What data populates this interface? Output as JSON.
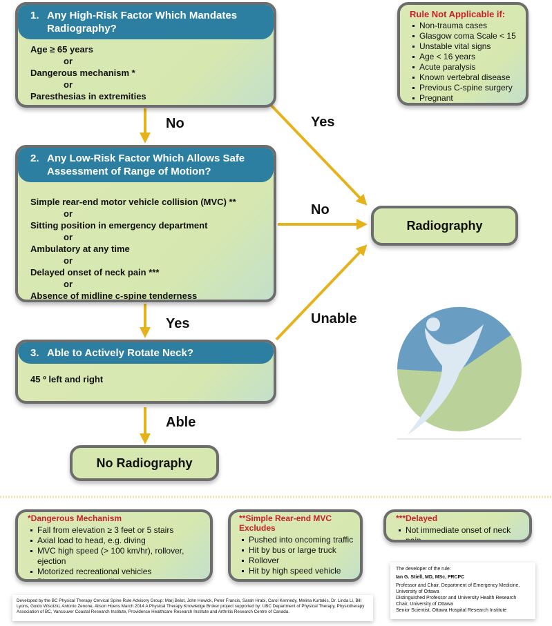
{
  "colors": {
    "header": "#2c7fa0",
    "arrow": "#e6b21c",
    "box_fill": "#d6e8b0",
    "border": "#6d6d6d",
    "red": "#c8202a"
  },
  "q1": {
    "num": "1.",
    "title": "Any High-Risk Factor Which Mandates Radiography?",
    "items": [
      "Age ≥ 65 years",
      "or",
      "Dangerous mechanism *",
      "or",
      "Paresthesias in extremities"
    ]
  },
  "q2": {
    "num": "2.",
    "title": "Any Low-Risk Factor Which Allows Safe Assessment of Range of Motion?",
    "items": [
      "Simple rear-end motor vehicle collision (MVC) **",
      "or",
      "Sitting position in emergency department",
      "or",
      "Ambulatory at any time",
      "or",
      "Delayed onset of neck pain ***",
      "or",
      "Absence of midline c-spine tenderness"
    ]
  },
  "q3": {
    "num": "3.",
    "title": "Able to Actively Rotate Neck?",
    "items": [
      "45 º left and right"
    ]
  },
  "labels": {
    "no1": "No",
    "yes1": "Yes",
    "no2": "No",
    "yes2": "Yes",
    "unable": "Unable",
    "able": "Able"
  },
  "outcomes": {
    "radiography": "Radiography",
    "no_radiography": "No Radiography"
  },
  "not_applicable": {
    "title": "Rule Not Applicable if:",
    "items": [
      "Non-trauma cases",
      "Glasgow coma Scale < 15",
      "Unstable vital signs",
      "Age < 16 years",
      "Acute paralysis",
      "Known vertebral disease",
      "Previous C-spine surgery",
      "Pregnant"
    ]
  },
  "dangerous": {
    "title": "*Dangerous Mechanism",
    "items": [
      "Fall from elevation ≥ 3 feet or 5 stairs",
      "Axial load to head, e.g. diving",
      "MVC high speed (> 100 km/hr), rollover, ejection",
      "Motorized recreational vehicles",
      "Bicycle struck or collision"
    ]
  },
  "rearend": {
    "title": "**Simple Rear-end MVC Excludes",
    "items": [
      "Pushed into oncoming traffic",
      "Hit by bus or large truck",
      "Rollover",
      "Hit by high speed vehicle"
    ]
  },
  "delayed": {
    "title": "***Delayed",
    "items": [
      "Not immediate onset of neck pain"
    ]
  },
  "developer": {
    "intro": "The developer of the rule:",
    "name": "Ian G. Stiell, MD, MSc, FRCPC",
    "lines": [
      "Professor and Chair, Department of Emergency Medicine, University of Ottawa",
      "Distinguished Professor and University Health Research Chair, University of Ottawa",
      "Senior Scientist, Ottawa Hospital Research Institute"
    ]
  },
  "credits": "Developed by the BC Physical Therapy Cervical  Spine Rule Advisory Group: Marj Belot, John Howick, Peter Francis, Sarah Hrabi, Carol Kennedy, Melina Kurtakis, Dr. Linda Li, Bill Lyons, Guido Wisotzki, Antonio Zenone, Alison Hoens March 2014 A Physical Therapy Knowledge Broker project supported by: UBC Department of Physical Therapy, Physiotherapy Association of BC, Vancouver Coastal Research Institute, Providence Healthcare Research Institute and  Arthritis Research Centre of Canada."
}
